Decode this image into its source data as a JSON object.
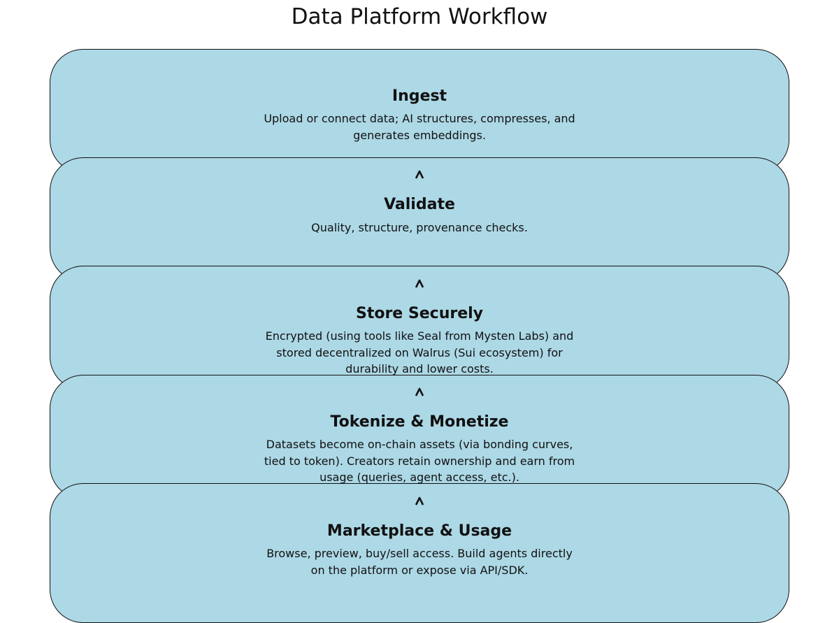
{
  "title": "Data Platform Workflow",
  "colors": {
    "box_fill": "#add8e6",
    "box_stroke": "#111111",
    "text": "#111111"
  },
  "stages": [
    {
      "title": "Ingest",
      "description": "Upload or connect data; AI structures, compresses, and generates embeddings."
    },
    {
      "title": "Validate",
      "description": "Quality, structure, provenance checks."
    },
    {
      "title": "Store Securely",
      "description": "Encrypted (using tools like Seal from Mysten Labs) and stored decentralized on Walrus (Sui ecosystem) for durability and lower costs."
    },
    {
      "title": "Tokenize & Monetize",
      "description": "Datasets become on-chain assets (via bonding curves, tied to token). Creators retain ownership and earn from usage (queries, agent access, etc.)."
    },
    {
      "title": "Marketplace & Usage",
      "description": "Browse, preview, buy/sell access. Build agents directly on the platform or expose via API/SDK."
    }
  ],
  "connectors": [
    {
      "icon": "arrow-icon"
    },
    {
      "icon": "arrow-icon"
    },
    {
      "icon": "arrow-icon"
    },
    {
      "icon": "arrow-icon"
    }
  ]
}
